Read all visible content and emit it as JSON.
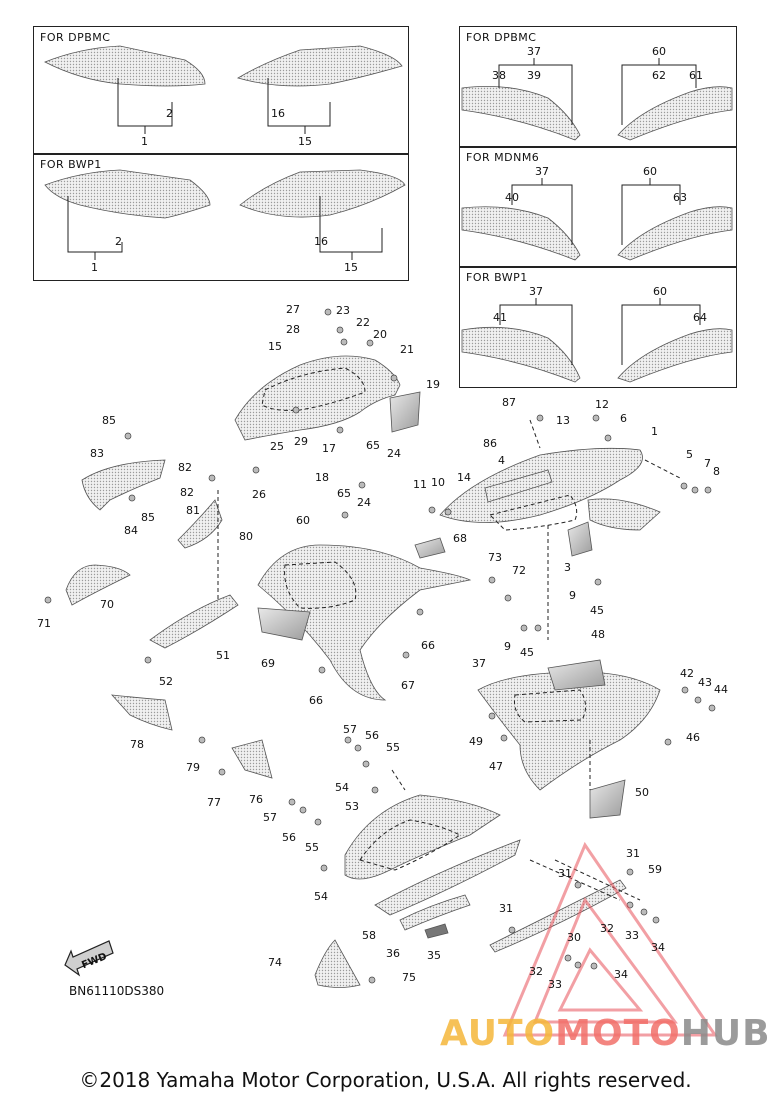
{
  "insets": [
    {
      "title": "FOR DPBMC",
      "callouts": [
        "2",
        "1",
        "16",
        "15"
      ]
    },
    {
      "title": "FOR BWP1",
      "callouts": [
        "2",
        "1",
        "16",
        "15"
      ]
    },
    {
      "title": "FOR DPBMC",
      "callouts": [
        "37",
        "38",
        "39",
        "60",
        "62",
        "61"
      ]
    },
    {
      "title": "FOR MDNM6",
      "callouts": [
        "37",
        "40",
        "60",
        "63"
      ]
    },
    {
      "title": "FOR BWP1",
      "callouts": [
        "37",
        "41",
        "60",
        "64"
      ]
    }
  ],
  "main_callouts": [
    "27",
    "23",
    "22",
    "28",
    "20",
    "15",
    "21",
    "19",
    "12",
    "87",
    "6",
    "13",
    "1",
    "85",
    "29",
    "17",
    "86",
    "65",
    "24",
    "25",
    "83",
    "18",
    "82",
    "26",
    "5",
    "7",
    "8",
    "4",
    "11",
    "10",
    "14",
    "82",
    "65",
    "24",
    "85",
    "84",
    "81",
    "80",
    "60",
    "68",
    "3",
    "73",
    "72",
    "9",
    "45",
    "70",
    "71",
    "66",
    "48",
    "51",
    "52",
    "9",
    "45",
    "69",
    "66",
    "67",
    "37",
    "42",
    "43",
    "44",
    "78",
    "57",
    "56",
    "55",
    "49",
    "47",
    "46",
    "79",
    "77",
    "76",
    "54",
    "50",
    "57",
    "56",
    "55",
    "53",
    "31",
    "59",
    "31",
    "54",
    "58",
    "36",
    "35",
    "31",
    "30",
    "32",
    "33",
    "34",
    "74",
    "75",
    "32",
    "33",
    "34"
  ],
  "fwd_label": "FWD",
  "drawing_code": "BN61110DS380",
  "watermark": {
    "auto": "AUTO",
    "moto": "MOTO",
    "hub": "HUB",
    "colors": {
      "auto": "#f5b73a",
      "moto": "#f2706a",
      "hub": "#8a8a8a",
      "triangle": "#e8525a"
    }
  },
  "copyright": "©2018 Yamaha Motor Corporation, U.S.A. All rights reserved."
}
